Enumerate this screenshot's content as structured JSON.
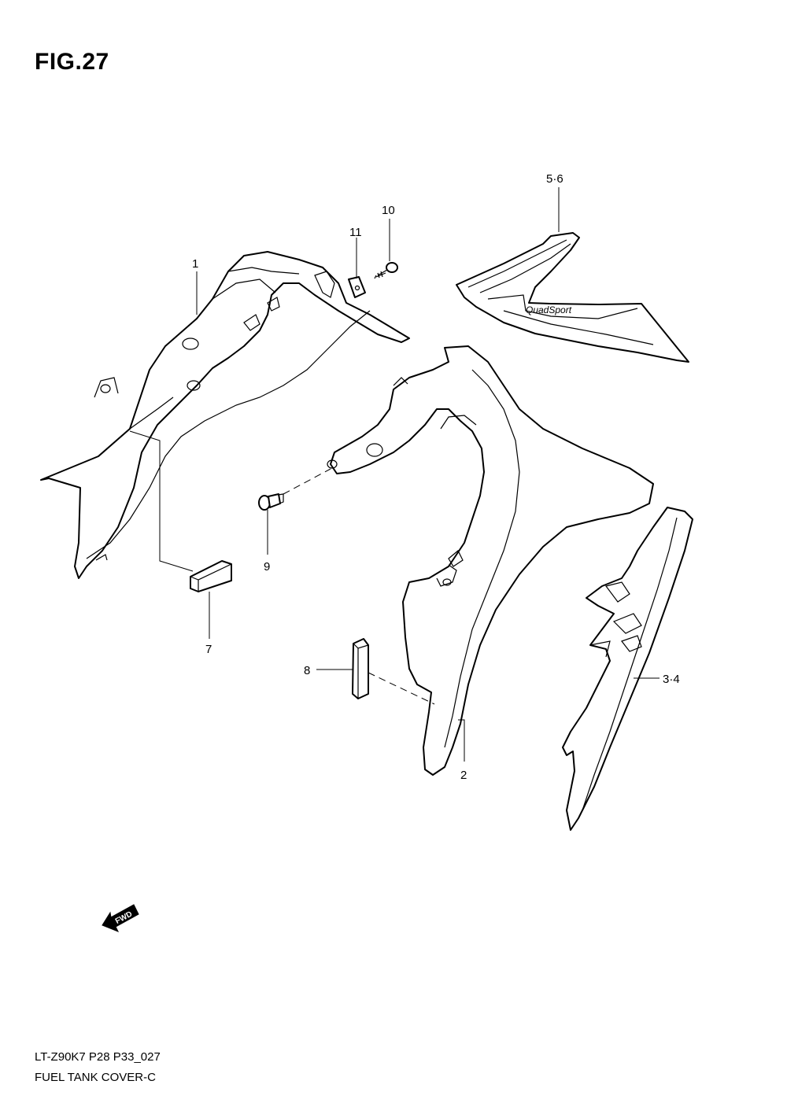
{
  "figure": {
    "title": "FIG.27"
  },
  "callouts": [
    {
      "id": "1",
      "label": "1"
    },
    {
      "id": "2",
      "label": "2"
    },
    {
      "id": "3_4",
      "label": "3·4"
    },
    {
      "id": "5_6",
      "label": "5·6"
    },
    {
      "id": "7",
      "label": "7"
    },
    {
      "id": "8",
      "label": "8"
    },
    {
      "id": "9",
      "label": "9"
    },
    {
      "id": "10",
      "label": "10"
    },
    {
      "id": "11",
      "label": "11"
    }
  ],
  "decal": {
    "text": "QuadSport"
  },
  "direction": {
    "label": "FWD"
  },
  "footer": {
    "model_code": "LT-Z90K7 P28 P33_027",
    "section_name": "FUEL TANK COVER-C"
  }
}
